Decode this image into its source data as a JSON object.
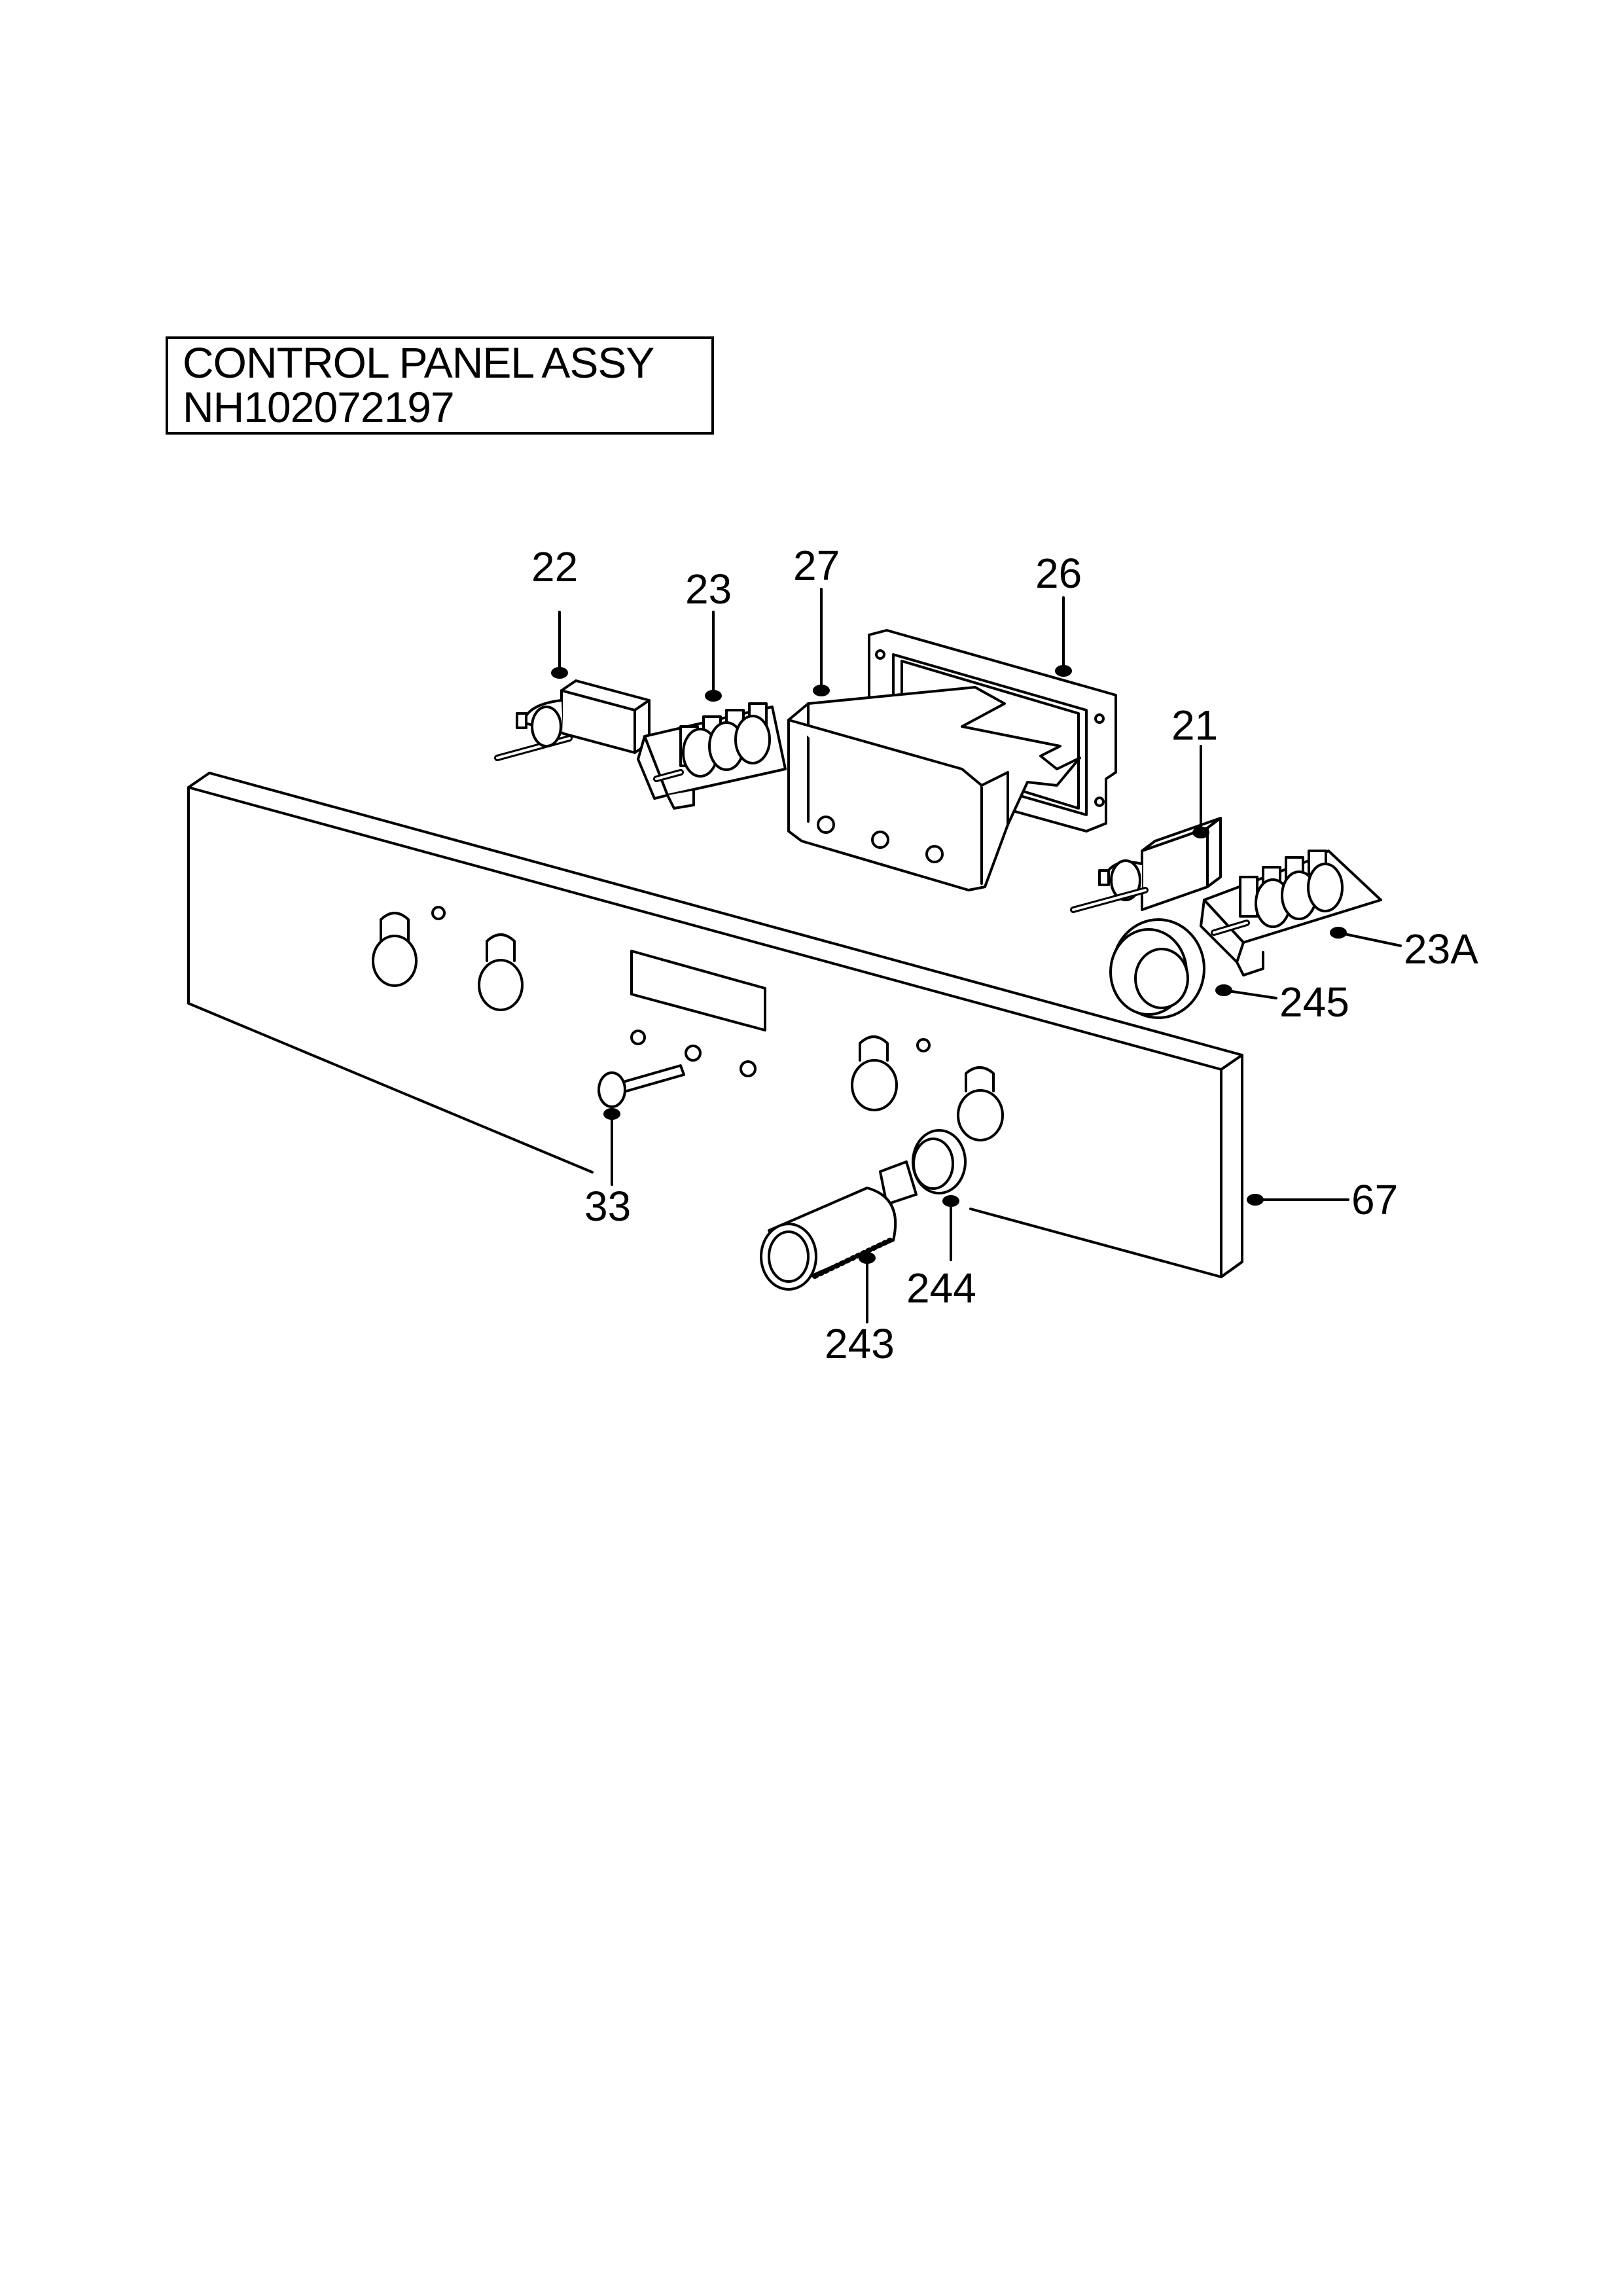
{
  "title": {
    "line1": "CONTROL PANEL ASSY",
    "line2": "NH102072197"
  },
  "callouts": {
    "c22": "22",
    "c23": "23",
    "c27": "27",
    "c26": "26",
    "c21": "21",
    "c23a": "23A",
    "c245": "245",
    "c33": "33",
    "c67": "67",
    "c244": "244",
    "c243": "243"
  }
}
